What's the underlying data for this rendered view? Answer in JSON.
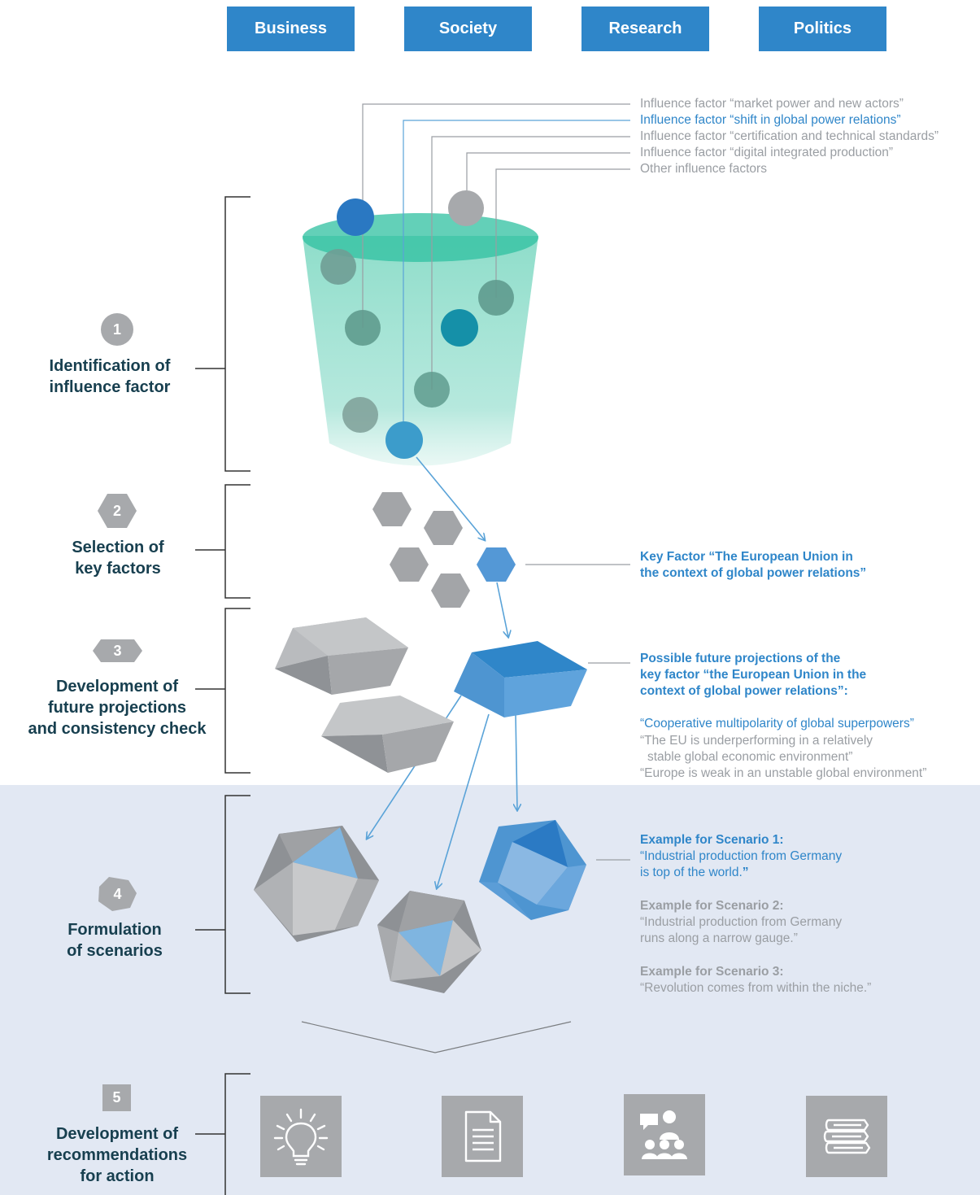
{
  "header": {
    "tabs": [
      "Business",
      "Society",
      "Research",
      "Politics"
    ]
  },
  "influence_factors": [
    "Influence factor “market power and new actors”",
    "Influence factor “shift in global power relations”",
    "Influence factor “certification and technical standards”",
    "Influence factor “digital integrated production”",
    "Other influence factors"
  ],
  "steps": [
    {
      "number": "1",
      "title_line1": "Identification of",
      "title_line2": "influence factor"
    },
    {
      "number": "2",
      "title_line1": "Selection of",
      "title_line2": "key factors"
    },
    {
      "number": "3",
      "title_line1": "Development of",
      "title_line2": "future projections",
      "title_line3": "and consistency check"
    },
    {
      "number": "4",
      "title_line1": "Formulation",
      "title_line2": "of scenarios"
    },
    {
      "number": "5",
      "title_line1": "Development of",
      "title_line2": "recommendations",
      "title_line3": "for action"
    }
  ],
  "key_factor": {
    "line1": "Key Factor “The European Union in",
    "line2": "the context of global power relations”"
  },
  "projections": {
    "heading_line1": "Possible future projections of the",
    "heading_line2": "key factor “the European Union in the",
    "heading_line3": "context of global power relations”:",
    "item1": "“Cooperative multipolarity of global superpowers”",
    "item2_line1": "“The EU is underperforming in a relatively",
    "item2_line2": "stable global economic environment”",
    "item3": "“Europe is weak in an unstable global environment”"
  },
  "scenarios": [
    {
      "heading": "Example for Scenario 1:",
      "line1": "“Industrial production from Germany",
      "line2": "is top of the world.",
      "line2_end": "”"
    },
    {
      "heading": "Example for Scenario 2:",
      "line1": "“Industrial production from Germany",
      "line2": "runs along a narrow gauge.”"
    },
    {
      "heading": "Example for Scenario 3:",
      "line1": "“Revolution comes from within the niche.”"
    }
  ],
  "icons": [
    "lightbulb-icon",
    "document-icon",
    "people-meeting-icon",
    "books-icon"
  ],
  "colors": {
    "tab_blue": "#2f86c9",
    "text_dark": "#173f4f",
    "grey_text": "#9a9ea3",
    "step_grey": "#a7a9ac",
    "band": "#e2e8f3"
  }
}
